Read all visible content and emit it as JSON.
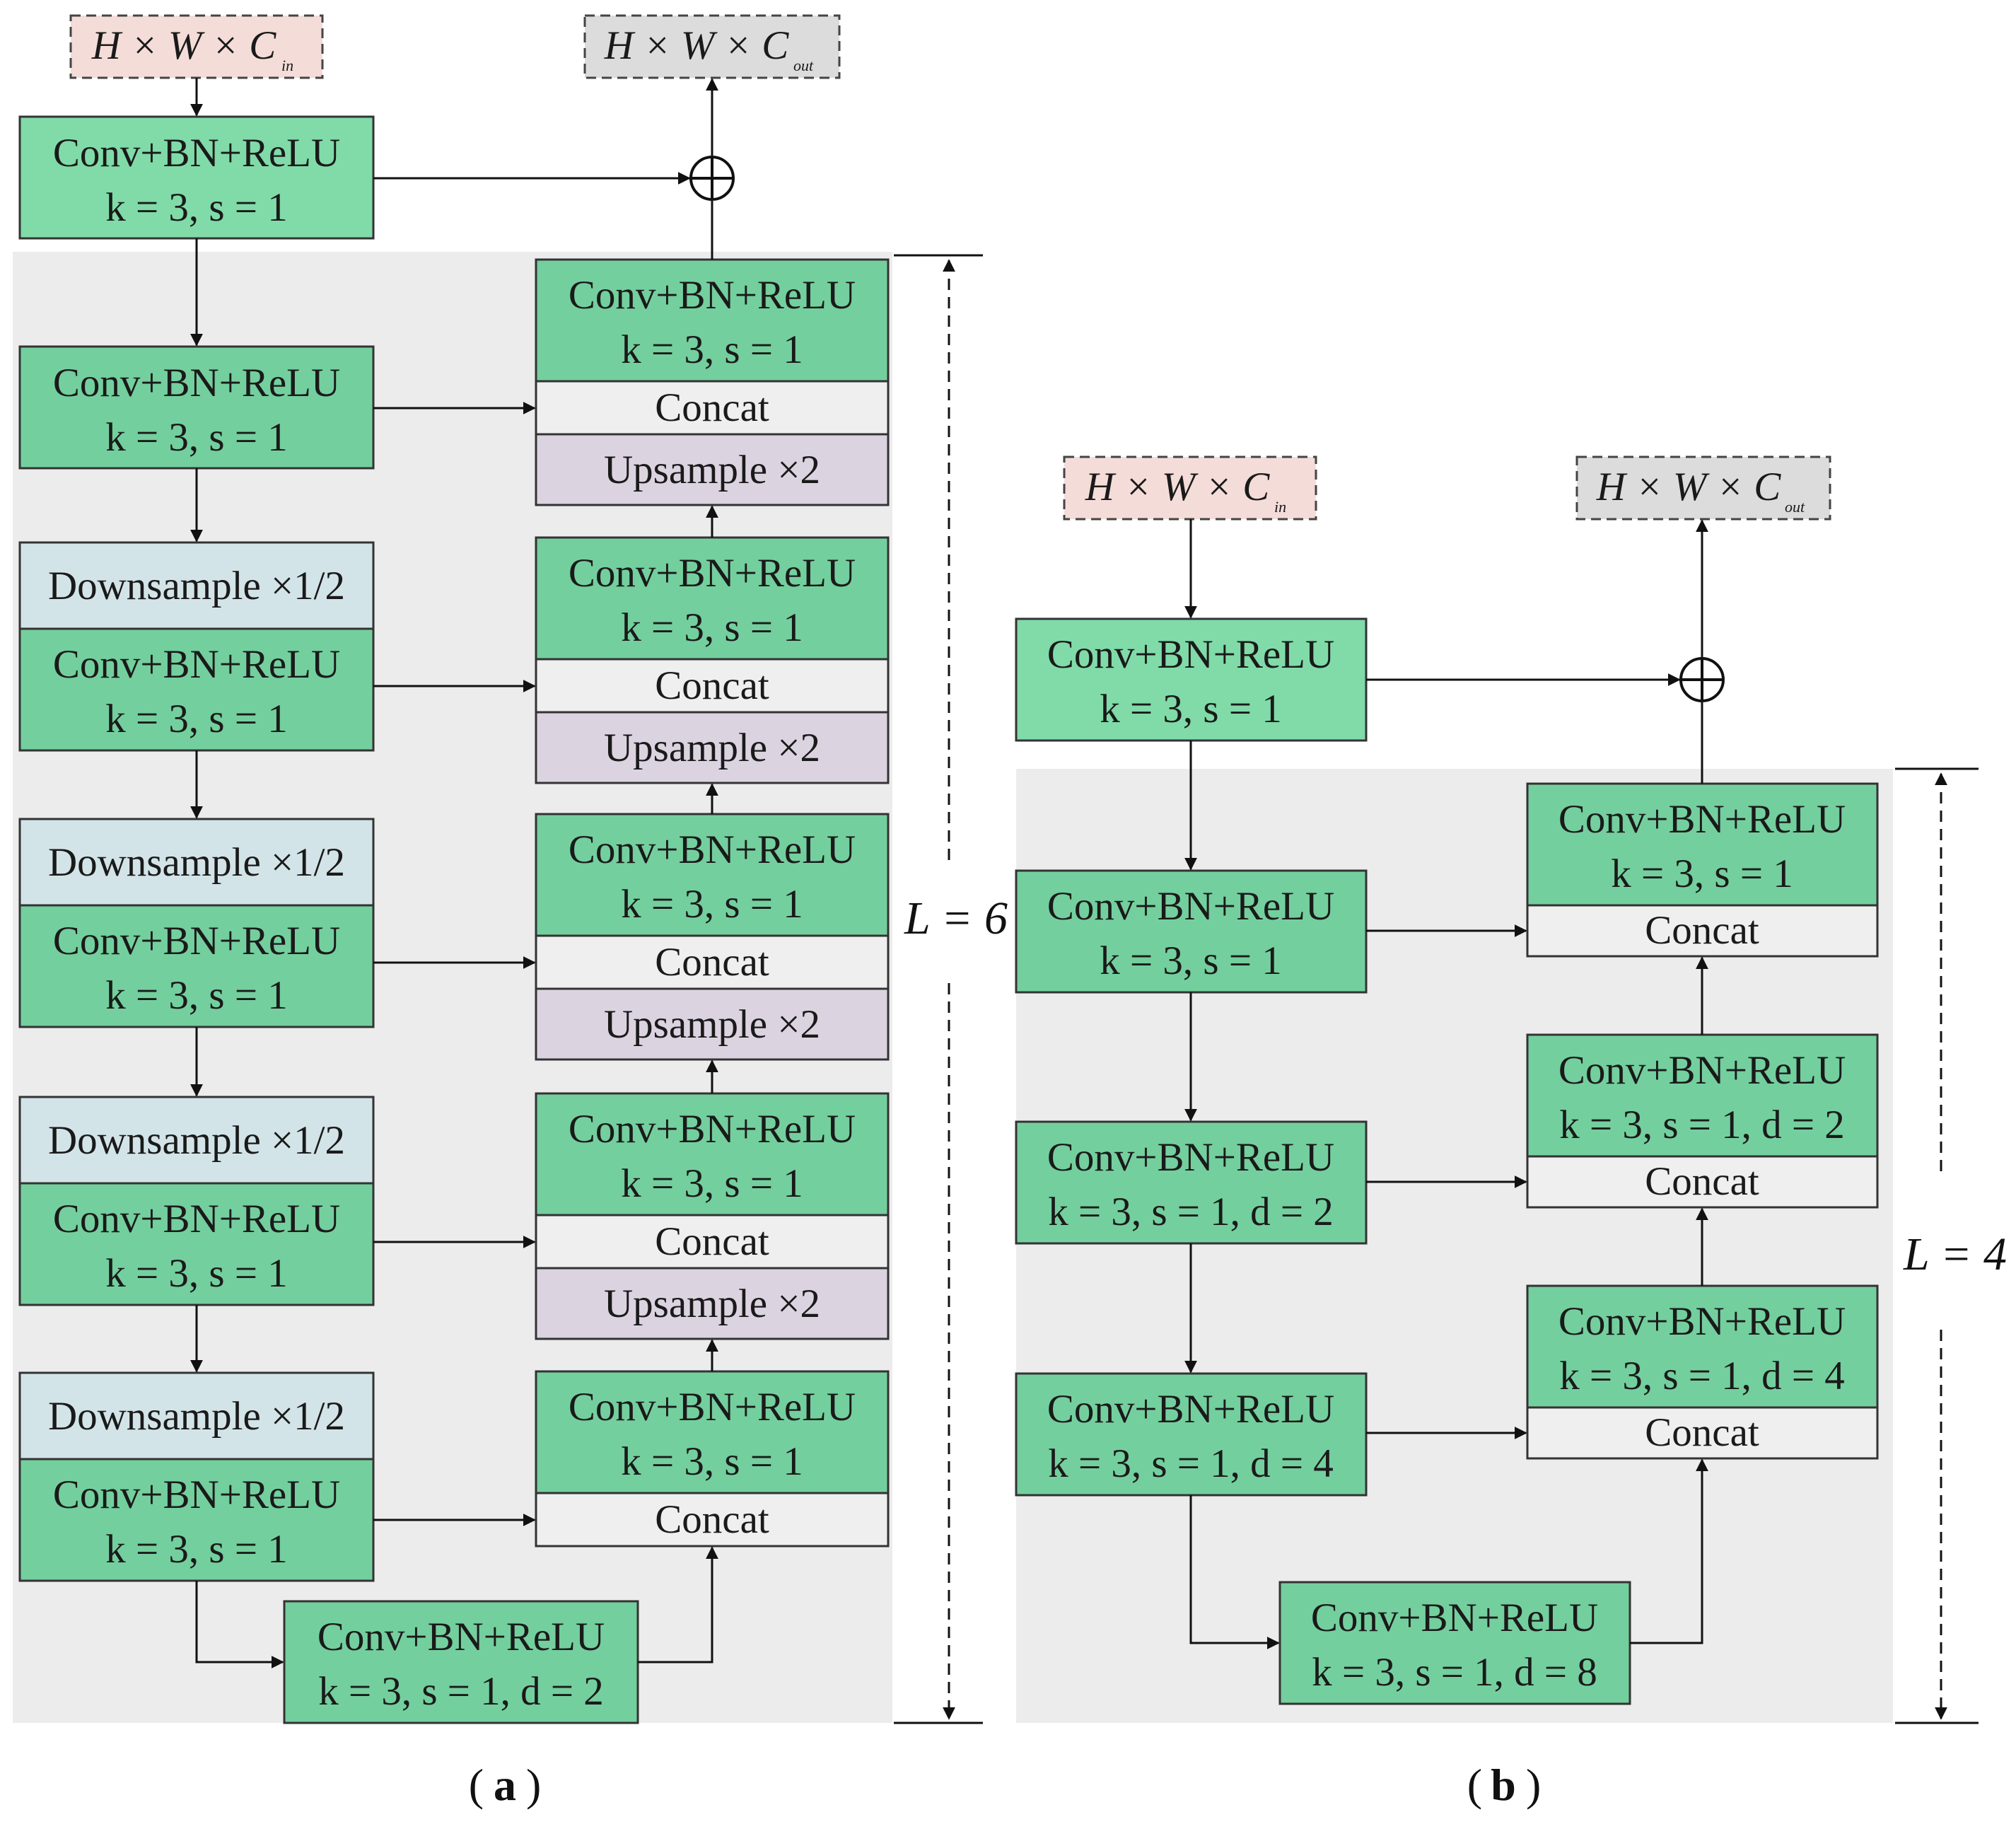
{
  "colors": {
    "conv_top": "#80dba8",
    "conv": "#74cf9e",
    "downsample": "#d3e4e8",
    "upsample": "#dcd3e1",
    "concat": "#efefef",
    "input": "#f4dcd8",
    "output": "#dcdcdc",
    "panel_bg": "#ececec"
  },
  "labels": {
    "conv": "Conv+BN+ReLU",
    "k_s1": "k = 3, s = 1",
    "k_s1_d2": "k = 3, s = 1, d = 2",
    "k_s1_d4": "k = 3, s = 1, d = 4",
    "k_s1_d8": "k = 3, s = 1, d = 8",
    "concat": "Concat",
    "upsample": "Upsample ×2",
    "downsample": "Downsample ×1/2",
    "io_main": "H × W × C",
    "sub_in": "in",
    "sub_out": "out",
    "plus": "⊕"
  },
  "panel_a": {
    "depth_label": "L = 6",
    "caption": "a"
  },
  "panel_b": {
    "depth_label": "L = 4",
    "caption": "b"
  }
}
